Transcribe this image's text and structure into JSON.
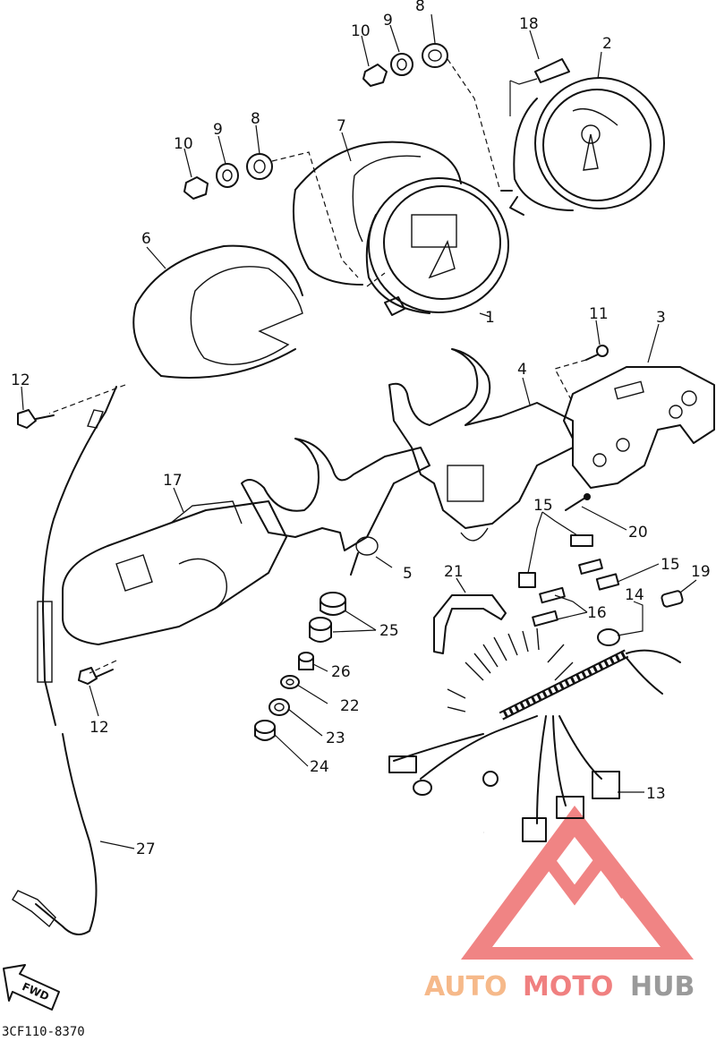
{
  "drawing_code": "3CF110-8370",
  "fwd_label": "FWD",
  "watermark": {
    "word_auto": "AUTO",
    "word_moto": "MOTO",
    "word_hub": "HUB",
    "color_auto": "#f6b98a",
    "color_moto": "#f08080",
    "color_hub": "#9a9a9a",
    "logo_color": "#ee6f6f"
  },
  "part_numbers": [
    "1",
    "2",
    "3",
    "4",
    "5",
    "6",
    "7",
    "8",
    "8",
    "9",
    "9",
    "10",
    "10",
    "11",
    "12",
    "12",
    "13",
    "14",
    "15",
    "15",
    "16",
    "17",
    "18",
    "19",
    "20",
    "21",
    "22",
    "23",
    "24",
    "25",
    "26",
    "27"
  ]
}
